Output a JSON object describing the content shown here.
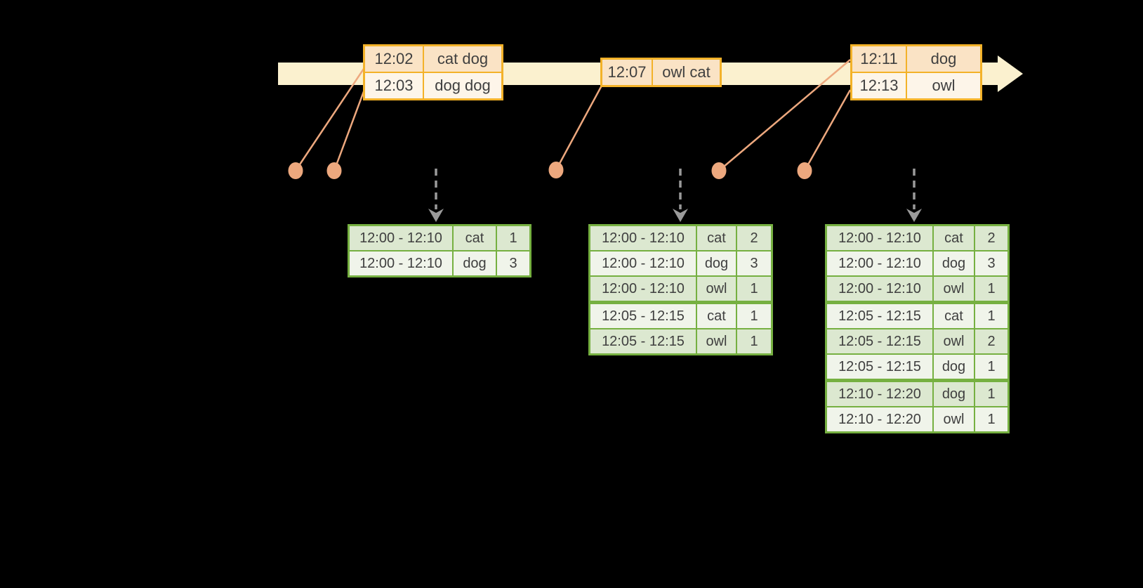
{
  "diagram_title": "windowed-word-count-timeline",
  "colors": {
    "band": "#FBF1CF",
    "gold": "#F3B229",
    "peach": "#FAE3C5",
    "cream": "#FDF5E9",
    "salmon": "#EDA87E",
    "gray": "#9A9A9A",
    "green": "#76B041",
    "green_dark": "#DCE8D0",
    "green_light": "#F0F4EA",
    "text": "#3F3F3F"
  },
  "event_tables": [
    {
      "id": "events-12-02",
      "rows": [
        {
          "time": "12:02",
          "words": "cat dog"
        },
        {
          "time": "12:03",
          "words": "dog dog"
        }
      ]
    },
    {
      "id": "events-12-07",
      "rows": [
        {
          "time": "12:07",
          "words": "owl cat"
        }
      ]
    },
    {
      "id": "events-12-11",
      "rows": [
        {
          "time": "12:11",
          "words": "dog"
        },
        {
          "time": "12:13",
          "words": "owl"
        }
      ]
    }
  ],
  "result_tables": [
    {
      "id": "result-table-1",
      "rows": [
        {
          "window": "12:00 - 12:10",
          "word": "cat",
          "count": "1"
        },
        {
          "window": "12:00 - 12:10",
          "word": "dog",
          "count": "3"
        }
      ]
    },
    {
      "id": "result-table-2",
      "rows": [
        {
          "window": "12:00 - 12:10",
          "word": "cat",
          "count": "2"
        },
        {
          "window": "12:00 - 12:10",
          "word": "dog",
          "count": "3"
        },
        {
          "window": "12:00 - 12:10",
          "word": "owl",
          "count": "1"
        },
        {
          "window": "12:05 - 12:15",
          "word": "cat",
          "count": "1"
        },
        {
          "window": "12:05 - 12:15",
          "word": "owl",
          "count": "1"
        }
      ]
    },
    {
      "id": "result-table-3",
      "rows": [
        {
          "window": "12:00 - 12:10",
          "word": "cat",
          "count": "2"
        },
        {
          "window": "12:00 - 12:10",
          "word": "dog",
          "count": "3"
        },
        {
          "window": "12:00 - 12:10",
          "word": "owl",
          "count": "1"
        },
        {
          "window": "12:05 - 12:15",
          "word": "cat",
          "count": "1"
        },
        {
          "window": "12:05 - 12:15",
          "word": "owl",
          "count": "2"
        },
        {
          "window": "12:05 - 12:15",
          "word": "dog",
          "count": "1"
        },
        {
          "window": "12:10 - 12:20",
          "word": "dog",
          "count": "1"
        },
        {
          "window": "12:10 - 12:20",
          "word": "owl",
          "count": "1"
        }
      ]
    }
  ]
}
